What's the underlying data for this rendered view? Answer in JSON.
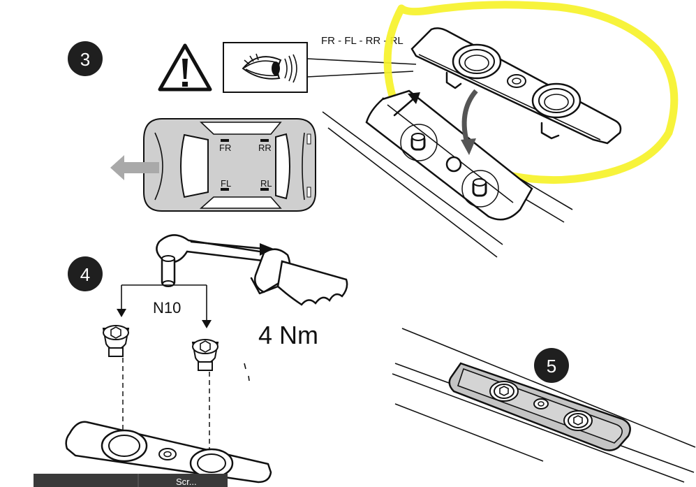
{
  "steps": {
    "step3": "3",
    "step4": "4",
    "step5": "5"
  },
  "position_codes": {
    "sequence": "FR - FL - RR - RL",
    "fr": "FR",
    "rr": "RR",
    "fl": "FL",
    "rl": "RL"
  },
  "wrench": {
    "size": "N10",
    "torque": "4 Nm"
  },
  "bottom_bar": {
    "partial_text": "Scr..."
  },
  "colors": {
    "highlight": "#f6f22a",
    "car_body": "#cfcfcf",
    "badge": "#1f1f1f",
    "bottom_bar": "#3a3a3a"
  },
  "icons": [
    "warning-icon",
    "eye-inspection-icon",
    "car-top-view",
    "wrench-icon",
    "arrow-icon",
    "screw-icon"
  ]
}
